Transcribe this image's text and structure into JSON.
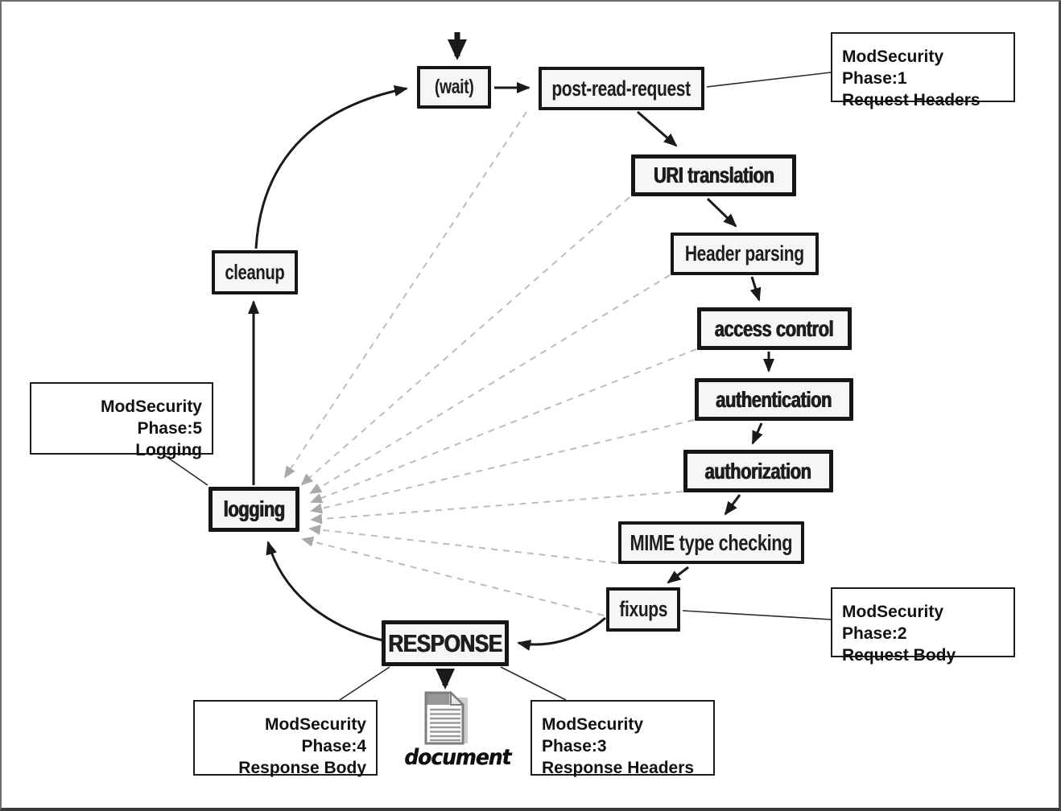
{
  "diagram": {
    "title_hint": "Apache request cycle with ModSecurity phases",
    "nodes": {
      "wait": {
        "label": "(wait)"
      },
      "post_read_request": {
        "label": "post-read-request"
      },
      "uri_translation": {
        "label": "URI translation"
      },
      "header_parsing": {
        "label": "Header parsing"
      },
      "access_control": {
        "label": "access control"
      },
      "authentication": {
        "label": "authentication"
      },
      "authorization": {
        "label": "authorization"
      },
      "mime_type_checking": {
        "label": "MIME type checking"
      },
      "fixups": {
        "label": "fixups"
      },
      "response": {
        "label": "RESPONSE"
      },
      "logging": {
        "label": "logging"
      },
      "cleanup": {
        "label": "cleanup"
      },
      "document": {
        "label": "document"
      }
    },
    "annotations": {
      "phase1": {
        "line1": "ModSecurity Phase:1",
        "line2": "Request Headers"
      },
      "phase2": {
        "line1": "ModSecurity Phase:2",
        "line2": "Request Body"
      },
      "phase3": {
        "line1": "ModSecurity Phase:3",
        "line2": "Response Headers"
      },
      "phase4": {
        "line1": "ModSecurity Phase:4",
        "line2": "Response Body"
      },
      "phase5": {
        "line1": "ModSecurity Phase:5",
        "line2": "Logging"
      }
    },
    "icons": {
      "document_icon": "document-page-with-folded-corner"
    },
    "colors": {
      "arrow": "#1a1a1a",
      "dashed_arrow": "#b8b8b8",
      "node_fill": "#f6f6f6",
      "node_border": "#161616",
      "callout_border": "#1d1d1d",
      "background": "#ffffff"
    }
  }
}
